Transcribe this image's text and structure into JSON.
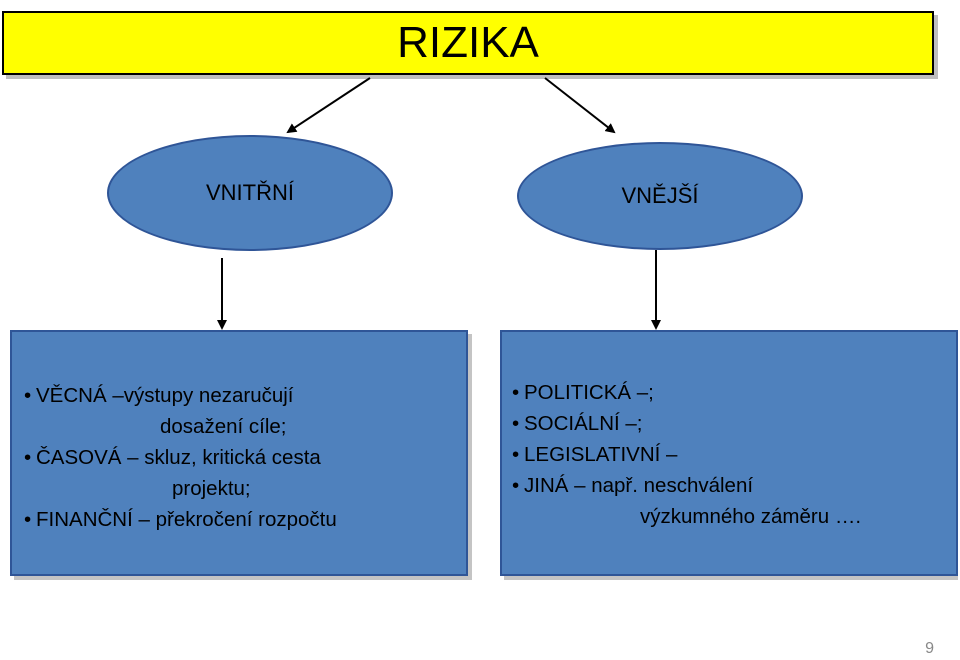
{
  "colors": {
    "title_fill": "#ffff00",
    "node_fill": "#4f81bd",
    "node_border": "#2f5597",
    "text": "#000000",
    "page_number": "#888888"
  },
  "title": "RIZIKA",
  "nodes": {
    "internal": "VNITŘNÍ",
    "external": "VNĚJŠÍ"
  },
  "internal_box": {
    "items": [
      {
        "bullet": "•",
        "lines": [
          "VĚCNÁ –výstupy nezaručují",
          "dosažení cíle;"
        ]
      },
      {
        "bullet": "•",
        "lines": [
          "ČASOVÁ – skluz, kritická cesta",
          "projektu;"
        ]
      },
      {
        "bullet": "•",
        "lines": [
          "FINANČNÍ – překročení rozpočtu"
        ]
      }
    ]
  },
  "external_box": {
    "items": [
      {
        "bullet": "•",
        "lines": [
          "POLITICKÁ –;"
        ]
      },
      {
        "bullet": "•",
        "lines": [
          "SOCIÁLNÍ –;"
        ]
      },
      {
        "bullet": "•",
        "lines": [
          "LEGISLATIVNÍ –"
        ]
      },
      {
        "bullet": "•",
        "lines": [
          "JINÁ – např. neschválení",
          "výzkumného záměru …."
        ]
      }
    ]
  },
  "page_number": "9"
}
